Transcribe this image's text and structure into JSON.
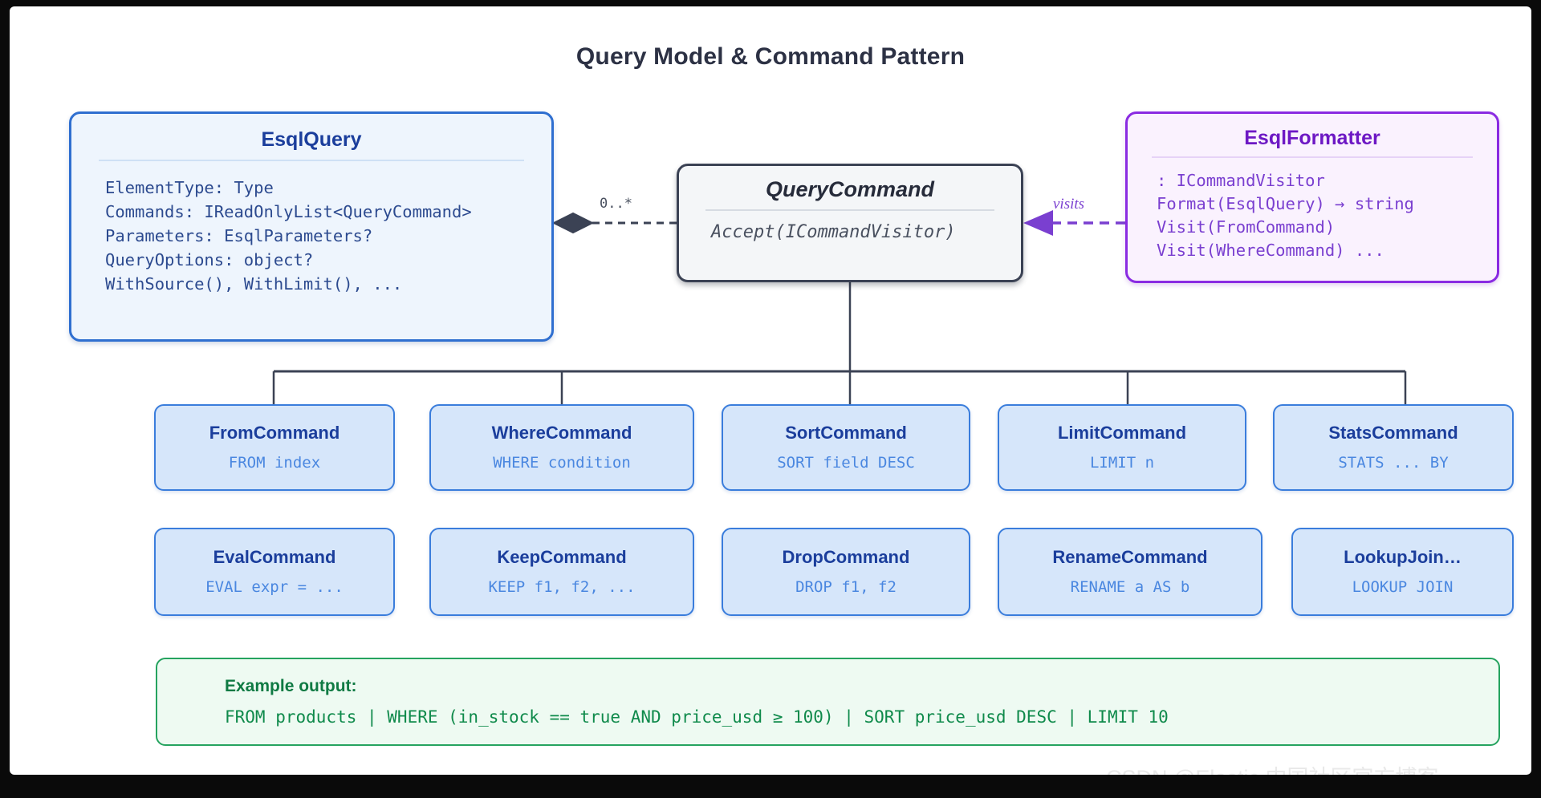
{
  "title": "Query Model & Command Pattern",
  "classes": {
    "esql_query": {
      "name": "EsqlQuery",
      "members": "ElementType: Type\nCommands: IReadOnlyList<QueryCommand>\nParameters: EsqlParameters?\nQueryOptions: object?\nWithSource(), WithLimit(), ...",
      "border_color": "#2f6fd0",
      "fill_color": "#eef5fd",
      "title_color": "#1b3e9c"
    },
    "query_command": {
      "name": "QueryCommand",
      "members": "Accept(ICommandVisitor)",
      "border_color": "#3b4254",
      "fill_color": "#f4f6f8",
      "title_color": "#262b3a"
    },
    "esql_formatter": {
      "name": "EsqlFormatter",
      "members": ": ICommandVisitor\nFormat(EsqlQuery) → string\nVisit(FromCommand)\nVisit(WhereCommand) ...",
      "border_color": "#8a2be2",
      "fill_color": "#faf2fe",
      "title_color": "#6d18c4"
    }
  },
  "edges": {
    "composition_multiplicity": "0..*",
    "visitor_label": "visits"
  },
  "commands_row1": [
    {
      "name": "FromCommand",
      "syntax": "FROM index"
    },
    {
      "name": "WhereCommand",
      "syntax": "WHERE condition"
    },
    {
      "name": "SortCommand",
      "syntax": "SORT field DESC"
    },
    {
      "name": "LimitCommand",
      "syntax": "LIMIT n"
    },
    {
      "name": "StatsCommand",
      "syntax": "STATS ... BY"
    }
  ],
  "commands_row2": [
    {
      "name": "EvalCommand",
      "syntax": "EVAL expr = ..."
    },
    {
      "name": "KeepCommand",
      "syntax": "KEEP f1, f2, ..."
    },
    {
      "name": "DropCommand",
      "syntax": "DROP f1, f2"
    },
    {
      "name": "RenameCommand",
      "syntax": "RENAME a AS b"
    },
    {
      "name": "LookupJoin…",
      "syntax": "LOOKUP JOIN"
    }
  ],
  "example": {
    "label": "Example output:",
    "code": "FROM products | WHERE (in_stock == true AND price_usd ≥ 100) | SORT price_usd DESC | LIMIT 10",
    "accent_color": "#25a35f"
  },
  "watermark": "CSDN @Elastic 中国社区官方博客"
}
